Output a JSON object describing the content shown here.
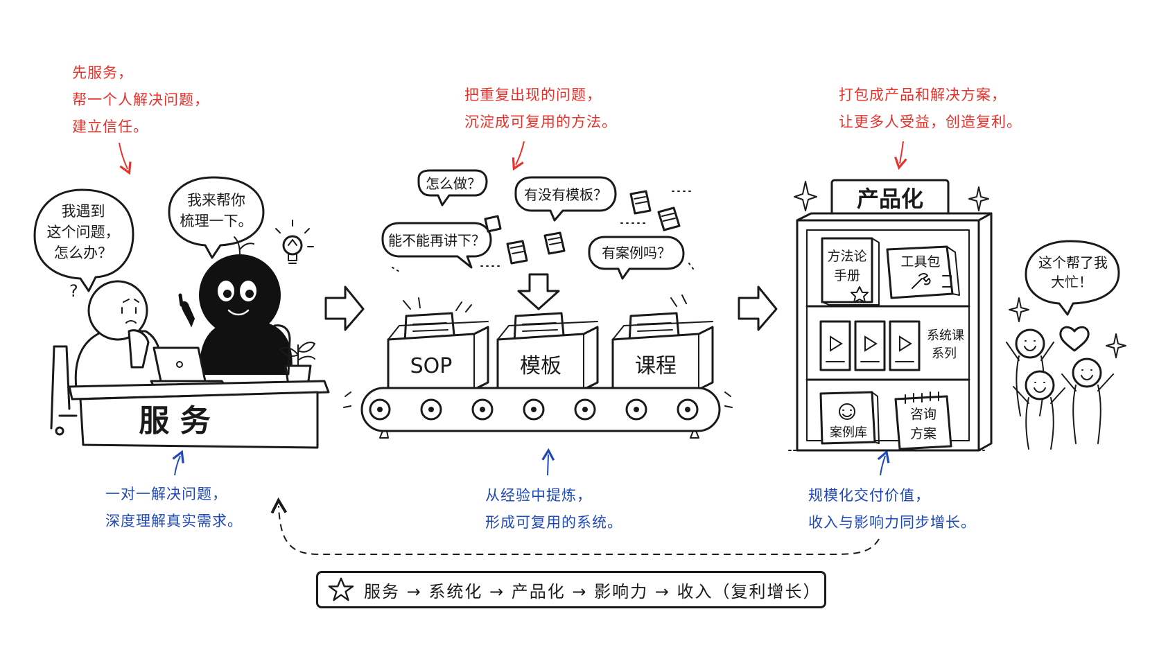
{
  "annotations_top": [
    {
      "lines": [
        "先服务，",
        "帮一个人解决问题，",
        "建立信任。"
      ]
    },
    {
      "lines": [
        "把重复出现的问题，",
        "沉淀成可复用的方法。"
      ]
    },
    {
      "lines": [
        "打包成产品和解决方案，",
        "让更多人受益，创造复利。"
      ]
    }
  ],
  "annotations_bottom": [
    {
      "lines": [
        "一对一解决问题，",
        "深度理解真实需求。"
      ]
    },
    {
      "lines": [
        "从经验中提炼，",
        "形成可复用的系统。"
      ]
    },
    {
      "lines": [
        "规模化交付价值，",
        "收入与影响力同步增长。"
      ]
    }
  ],
  "service_scene": {
    "bubble_client": [
      "我遇到",
      "这个问题，",
      "怎么办？"
    ],
    "bubble_helper": [
      "我来帮你",
      "梳理一下。"
    ],
    "desk_label": "服 务"
  },
  "system_scene": {
    "questions": [
      "怎么做？",
      "有没有模板？",
      "能不能再讲下？",
      "有案例吗？"
    ],
    "boxes": [
      "SOP",
      "模板",
      "课程"
    ]
  },
  "product_scene": {
    "sign": "产品化",
    "items": [
      {
        "name": "methodology-book",
        "label": [
          "方法论",
          "手册"
        ]
      },
      {
        "name": "toolkit",
        "label": [
          "工具包"
        ]
      },
      {
        "name": "course-series",
        "label": [
          "系统课",
          "系列"
        ]
      },
      {
        "name": "case-library",
        "label": [
          "案例库"
        ]
      },
      {
        "name": "consulting-plan",
        "label": [
          "咨询",
          "方案"
        ]
      }
    ],
    "bubble_crowd": [
      "这个帮了我",
      "大忙！"
    ]
  },
  "summary": {
    "icon": "star-icon",
    "text": "服务 → 系统化 → 产品化 → 影响力 → 收入（复利增长）"
  },
  "colors": {
    "red": "#e8312a",
    "blue": "#1f49b8",
    "ink": "#1a1a1a"
  }
}
